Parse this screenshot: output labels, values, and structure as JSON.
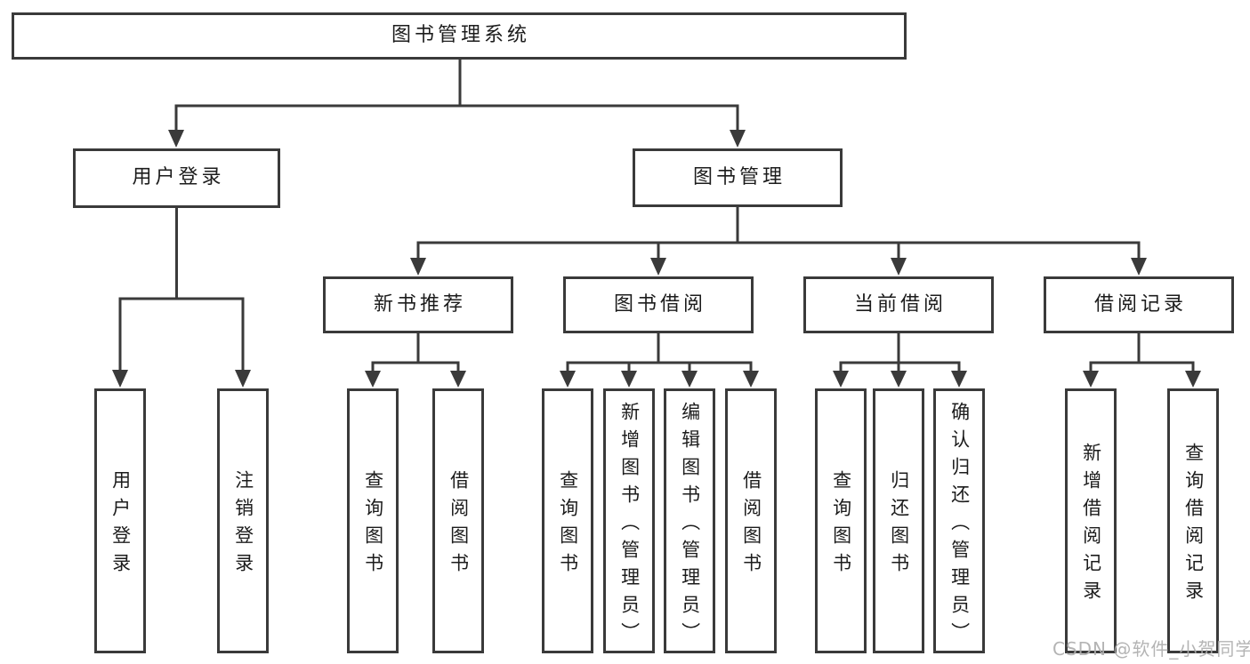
{
  "diagram": {
    "root": {
      "label": "图书管理系统"
    },
    "level2": [
      {
        "label": "用户登录"
      },
      {
        "label": "图书管理"
      }
    ],
    "level3": [
      {
        "label": "新书推荐"
      },
      {
        "label": "图书借阅"
      },
      {
        "label": "当前借阅"
      },
      {
        "label": "借阅记录"
      }
    ],
    "leaves": {
      "user_login": [
        {
          "label": "用户登录"
        },
        {
          "label": "注销登录"
        }
      ],
      "new_books": [
        {
          "label": "查询图书"
        },
        {
          "label": "借阅图书"
        }
      ],
      "book_borrow": [
        {
          "label": "查询图书"
        },
        {
          "label": "新增图书（管理员）"
        },
        {
          "label": "编辑图书（管理员）"
        },
        {
          "label": "借阅图书"
        }
      ],
      "current_borrow": [
        {
          "label": "查询图书"
        },
        {
          "label": "归还图书"
        },
        {
          "label": "确认归还（管理员）"
        }
      ],
      "borrow_records": [
        {
          "label": "新增借阅记录"
        },
        {
          "label": "查询借阅记录"
        }
      ]
    },
    "watermark": "CSDN @软件_小贺同学",
    "colors": {
      "line": "#3a3a3a",
      "text": "#1c1c1c",
      "background": "#ffffff",
      "watermark": "#aeaeae"
    }
  }
}
